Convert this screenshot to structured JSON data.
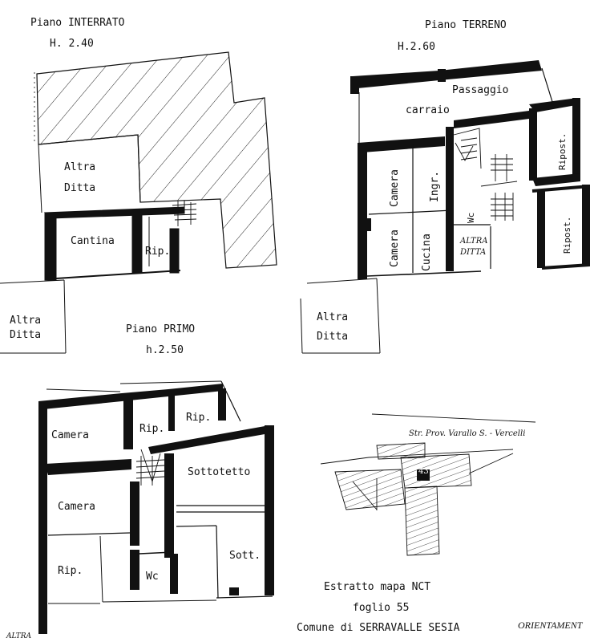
{
  "interrato": {
    "title": "Piano  INTERRATO",
    "height": "H.  2.40",
    "rooms": {
      "altra_ditta": "Altra\nDitta",
      "cantina": "Cantina",
      "rip": "Rip."
    }
  },
  "terreno": {
    "title": "Piano  TERRENO",
    "height": "H.2.60",
    "rooms": {
      "passaggio": "Passaggio",
      "carraio": "carraio",
      "camera1": "Camera",
      "ingr": "Ingr.",
      "camera2": "Camera",
      "cucina": "Cucina",
      "wc": "Wc",
      "altra_ditta_inner": "ALTRA\nDITTA",
      "ripost1": "Ripost.",
      "ripost2": "Ripost."
    }
  },
  "neighbors": {
    "left": "Altra\nDitta",
    "right": "Altra\nDitta"
  },
  "primo": {
    "title": "Piano  PRIMO",
    "height": "h.2.50",
    "rooms": {
      "camera1": "Camera",
      "rip1": "Rip.",
      "rip2": "Rip.",
      "sottotetto": "Sottotetto",
      "camera2": "Camera",
      "rip3": "Rip.",
      "wc": "Wc",
      "sott": "Sott."
    }
  },
  "mappa": {
    "road": "Str. Prov. Varallo S. - Vercelli",
    "parcel": "43",
    "line1": "Estratto mapa NCT",
    "line2": "foglio 55",
    "line3": "Comune di SERRAVALLE SESIA"
  },
  "orientation": "ORIENTAMENT",
  "corner_note": "ALTRA"
}
